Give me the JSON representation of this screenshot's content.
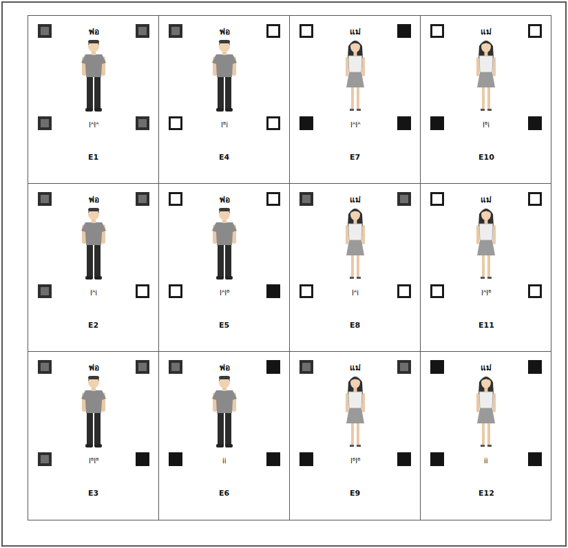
{
  "diagram": {
    "nodes": [
      {
        "text": [
          "พ่อ",
          "IᴬIᴬ",
          "E1"
        ]
      },
      {
        "text": [
          "พ่อ",
          "Iᴮi",
          "E4"
        ]
      },
      {
        "text": [
          "แม่",
          "IᴬIᴬ",
          "E7"
        ]
      },
      {
        "text": [
          "แม่",
          "Iᴮi",
          "E10"
        ]
      },
      {
        "text": [
          "พ่อ",
          "Iᴬi",
          "E2"
        ]
      },
      {
        "text": [
          "พ่อ",
          "IᴬIᴮ",
          "E5"
        ]
      },
      {
        "text": [
          "แม่",
          "Iᴬi",
          "E8"
        ]
      },
      {
        "text": [
          "แม่",
          "IᴬIᴮ",
          "E11"
        ]
      },
      {
        "text": [
          "พ่อ",
          "IᴮIᴮ",
          "E3"
        ]
      },
      {
        "text": [
          "พ่อ",
          "ii",
          "E6"
        ]
      },
      {
        "text": [
          "แม่",
          "IᴮIᴮ",
          "E9"
        ]
      },
      {
        "text": [
          "แม่",
          "ii",
          "E12"
        ]
      }
    ]
  }
}
